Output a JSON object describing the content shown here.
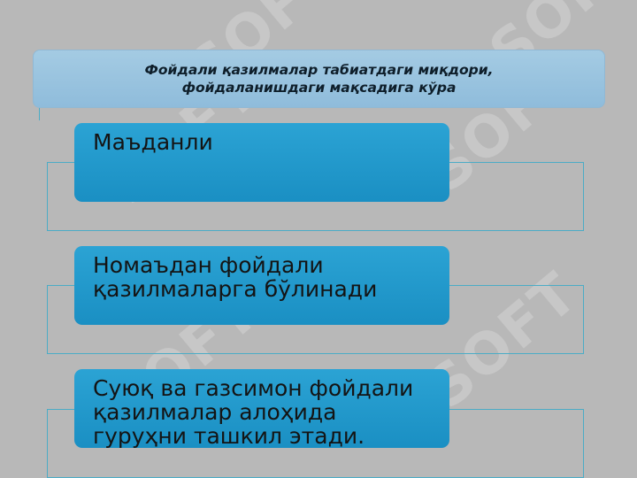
{
  "header": {
    "title": "Фойдали қазилмалар табиатдаги миқдори,\nфойдаланишдаги мақсадига кўра"
  },
  "items": [
    {
      "label": "Маъданли"
    },
    {
      "label": "Номаъдан фойдали\nқазилмаларга бўлинади"
    },
    {
      "label": "Суюқ ва газсимон фойдали\nқазилмалар алоҳида\nгуруҳни ташкил этади."
    }
  ],
  "watermark": {
    "text": "SOFT",
    "color": "#ffffff"
  },
  "colors": {
    "background": "#b8b8b8",
    "header_fill": "#9fc6e0",
    "box_fill": "#1f97c9",
    "outline": "#4bacc6"
  }
}
